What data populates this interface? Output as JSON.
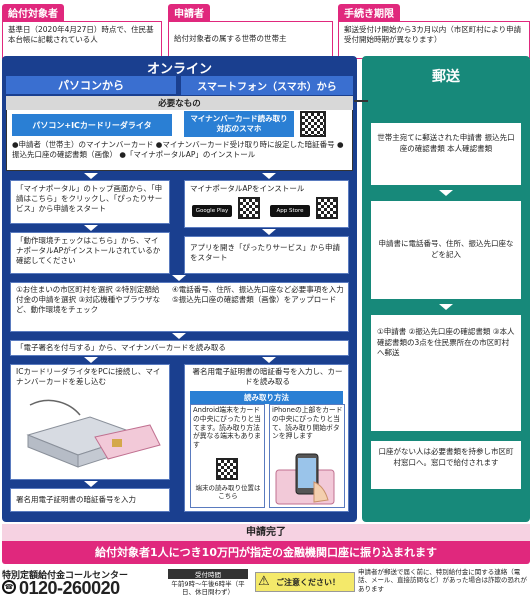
{
  "top": {
    "eligible": {
      "title": "給付対象者",
      "text": "基準日（2020年4月27日）時点で、住民基本台帳に記載されている人"
    },
    "applicant": {
      "title": "申請者",
      "text": "給付対象者の属する世帯の世帯主"
    },
    "deadline": {
      "title": "手続き期限",
      "text": "郵送受付け開始から3カ月以内（市区町村により申請受付開始時期が異なります）"
    }
  },
  "online": {
    "title": "オンライン",
    "pc_title": "パソコンから",
    "sp_title": "スマートフォン（スマホ）から",
    "required_title": "必要なもの",
    "pc_required": "パソコン+ICカードリーダライタ",
    "sp_required": "マイナンバーカード読み取り対応のスマホ",
    "required_items": "●申請者（世帯主）のマイナンバーカード ●マイナンバーカード受け取り時に設定した暗証番号 ●振込先口座の確認書類（画像） ●「マイナポータルAP」のインストール",
    "pc_step1": "「マイナポータル」のトップ画面から、「申請はこちら」をクリックし、「ぴったりサービス」から申請をスタート",
    "pc_step2": "「動作環境チェックはこちら」から、マイナポータルAPがインストールされているか確認してください",
    "sp_step1": "マイナポータルAPをインストール",
    "google_play": "Google Play",
    "app_store": "App Store",
    "sp_step2": "アプリを開き「ぴったりサービス」から申請をスタート",
    "common_left": "①お住まいの市区町村を選択 ②特別定額給付金の申請を選択 ③対応機種やブラウザなど、動作環境をチェック",
    "common_right": "④電話番号、住所、振込先口座など必要事項を入力 ⑤振込先口座の確認書類（画像）をアップロード",
    "sign_step": "「電子署名を付与する」から、マイナンバーカードを読み取る",
    "pc_reader": "ICカードリーダライタをPCに接続し、マイナンバーカードを差し込む",
    "sp_reader": "署名用電子証明書の暗証番号を入力し、カードを読み取る",
    "read_method_title": "読み取り方法",
    "android": "Android端末をカードの中央にぴったりと当てます。読み取り方法が異なる端末もあります",
    "iphone": "iPhoneの上部をカードの中央にぴったりと当て、読み取り開始ボタンを押します",
    "qr_caption": "端末の読み取り位置はこちら",
    "pc_pin": "署名用電子証明書の暗証番号を入力"
  },
  "mail": {
    "title": "郵送",
    "step1": "世帯主宛てに郵送された申請書 振込先口座の確認書類 本人確認書類",
    "step2": "申請書に電話番号、住所、振込先口座などを記入",
    "step3": "①申請書 ②振込先口座の確認書類 ③本人確認書類の3点を住民票所在の市区町村へ郵送",
    "note": "口座がない人は必要書類を持参し市区町村窓口へ。窓口で給付されます"
  },
  "complete": {
    "title": "申請完了",
    "message": "給付対象者1人につき10万円が指定の金融機関口座に振り込まれます"
  },
  "footer": {
    "center": "特別定額給付金コールセンター",
    "phone": "0120-260020",
    "hours_title": "受付時間",
    "hours": "午前9時〜午後6時半（平日、休日問わず）",
    "caution": "ご注意ください！",
    "caution_text": "申請者が郵送で届く前に、特別給付金に関する連絡（電話、メール、直接訪問など）があった場合は詐欺の恐れがあります"
  },
  "colors": {
    "pink": "#e0287d",
    "blue": "#1a3f8f",
    "teal": "#17897a"
  }
}
